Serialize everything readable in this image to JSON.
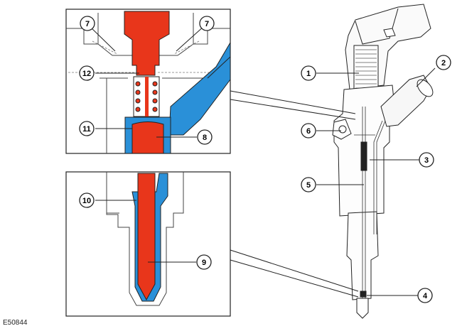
{
  "figure_id": "E50844",
  "callouts": [
    "1",
    "2",
    "3",
    "4",
    "5",
    "6",
    "7",
    "7",
    "8",
    "9",
    "10",
    "11",
    "12"
  ],
  "colors": {
    "fuel_high_pressure": "#e8361b",
    "fuel_return": "#2a90d8",
    "outline": "#222222",
    "background": "#ffffff"
  }
}
